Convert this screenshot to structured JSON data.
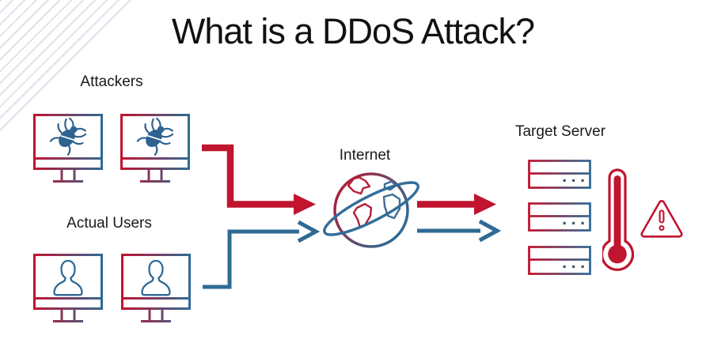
{
  "title": "What is a DDoS Attack?",
  "sections": {
    "attackers": {
      "label": "Attackers",
      "machine_count": 2
    },
    "actual_users": {
      "label": "Actual Users",
      "machine_count": 2
    },
    "internet": {
      "label": "Internet"
    },
    "target_server": {
      "label": "Target Server",
      "server_count": 3
    }
  },
  "icons": {
    "attacker_machine": "bug-computer-icon",
    "user_machine": "person-computer-icon",
    "internet": "globe-orbit-icon",
    "server": "server-rack-icon",
    "overload": "thermometer-icon",
    "alert": "warning-triangle-icon"
  },
  "flows": {
    "attack_traffic": {
      "from": "Attackers",
      "to": "Target Server",
      "color": "#c0142f",
      "style": "thick solid arrow"
    },
    "legitimate_traffic": {
      "from": "Actual Users",
      "to": "Target Server",
      "color": "#2f6a94",
      "style": "thin open arrow"
    }
  },
  "colors": {
    "attack_red": "#c0142f",
    "user_blue": "#2f6a94",
    "bug_blue": "#2e6290",
    "title_text": "#111111",
    "corner_stripes": "#dde4ea",
    "background": "#ffffff"
  }
}
